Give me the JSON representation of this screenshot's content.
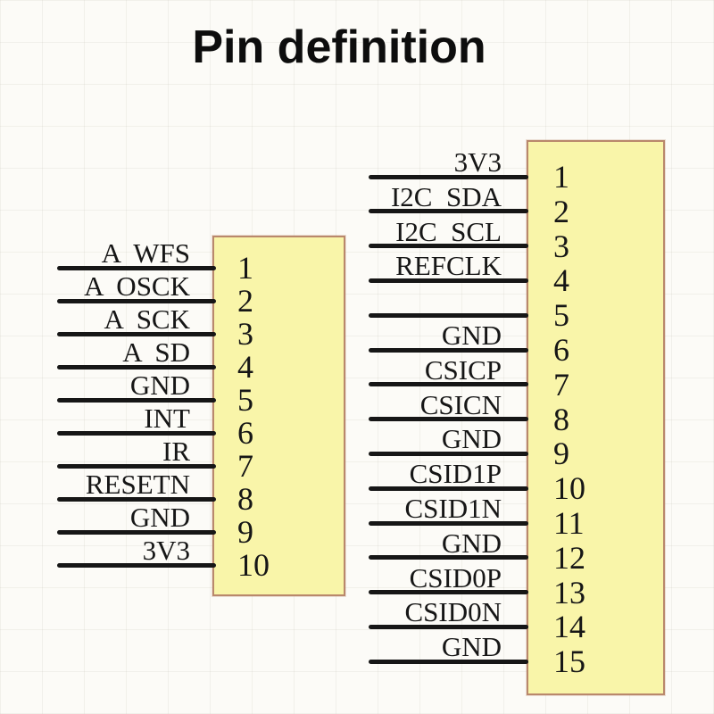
{
  "title": "Pin definition",
  "colors": {
    "block_fill": "#f9f5a9",
    "block_border": "#b9886c",
    "line": "#161616",
    "text": "#161616",
    "background": "#fcfbf7"
  },
  "connectors": [
    {
      "name": "left-connector",
      "pins": [
        {
          "num": "1",
          "label": "A  WFS"
        },
        {
          "num": "2",
          "label": "A  OSCK"
        },
        {
          "num": "3",
          "label": "A  SCK"
        },
        {
          "num": "4",
          "label": "A  SD"
        },
        {
          "num": "5",
          "label": "GND"
        },
        {
          "num": "6",
          "label": "INT"
        },
        {
          "num": "7",
          "label": "IR"
        },
        {
          "num": "8",
          "label": "RESETN"
        },
        {
          "num": "9",
          "label": "GND"
        },
        {
          "num": "10",
          "label": "3V3"
        }
      ]
    },
    {
      "name": "right-connector",
      "pins": [
        {
          "num": "1",
          "label": "3V3"
        },
        {
          "num": "2",
          "label": "I2C  SDA"
        },
        {
          "num": "3",
          "label": "I2C  SCL"
        },
        {
          "num": "4",
          "label": "REFCLK"
        },
        {
          "num": "5",
          "label": ""
        },
        {
          "num": "6",
          "label": "GND"
        },
        {
          "num": "7",
          "label": "CSICP"
        },
        {
          "num": "8",
          "label": "CSICN"
        },
        {
          "num": "9",
          "label": "GND"
        },
        {
          "num": "10",
          "label": "CSID1P"
        },
        {
          "num": "11",
          "label": "CSID1N"
        },
        {
          "num": "12",
          "label": "GND"
        },
        {
          "num": "13",
          "label": "CSID0P"
        },
        {
          "num": "14",
          "label": "CSID0N"
        },
        {
          "num": "15",
          "label": "GND"
        }
      ]
    }
  ]
}
